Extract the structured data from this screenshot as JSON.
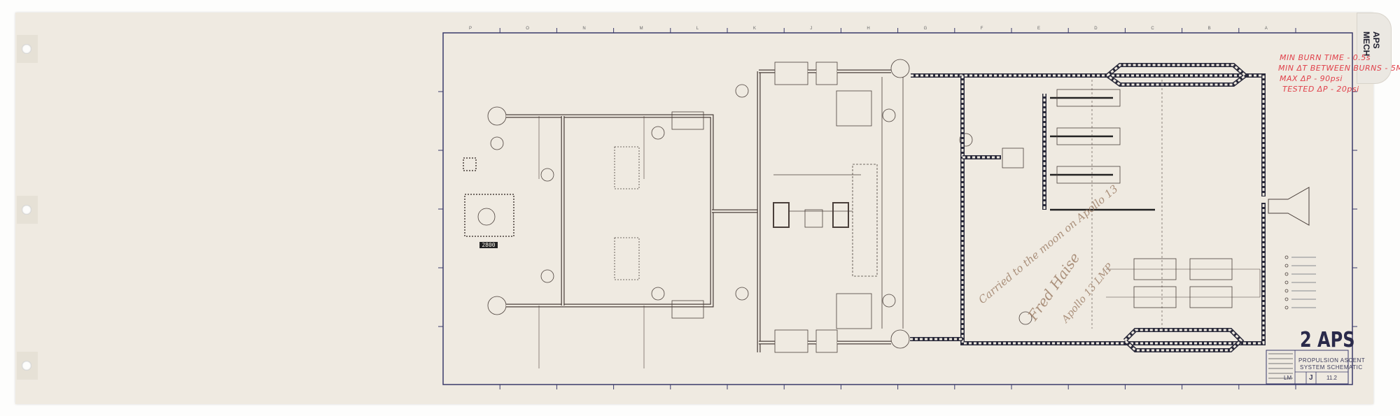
{
  "tab": {
    "line1": "APS",
    "line2": "MECH"
  },
  "handwritten_notes": [
    "MIN BURN TIME - 0.5s",
    "MIN ΔT BETWEEN BURNS - 5M",
    "MAX ΔP - 90psi",
    "TESTED ΔP - 20psi"
  ],
  "section_label": "2 APS",
  "title_block": {
    "title_line1": "PROPULSION ASCENT",
    "title_line2": "SYSTEM SCHEMATIC",
    "vehicle": "LM",
    "rev": "J",
    "drawing_number": "11.2"
  },
  "display_value": "2800",
  "column_labels": [
    "P",
    "O",
    "N",
    "M",
    "L",
    "K",
    "J",
    "H",
    "G",
    "F",
    "E",
    "D",
    "C",
    "B",
    "A"
  ],
  "signature": {
    "line1": "Carried to the moon on Apollo 13",
    "line2": "Fred Haise",
    "line3": "Apollo 13 LMP"
  },
  "colors": {
    "paper": "#efeae1",
    "ink": "#4a3f3a",
    "frame": "#3a3a6a",
    "notes": "#e0404a"
  }
}
